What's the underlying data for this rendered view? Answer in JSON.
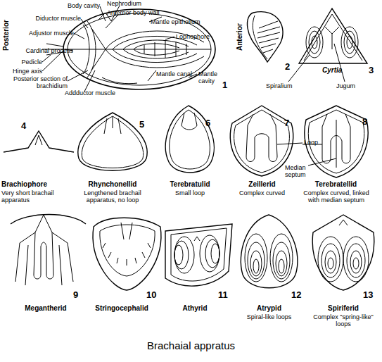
{
  "diagram": {
    "caption": "Brachaial appratus",
    "labels": [
      "Body cavity",
      "Nephrodium",
      "Diductor muscle",
      "Anterrior body wall",
      "Mantle epithelium",
      "Adjustor muscle",
      "Lophophore",
      "Posterior",
      "Cardinal process",
      "Pedicle",
      "Hinge axis",
      "Posterior section of brachidium",
      "Addductor muscle",
      "Mantle canal",
      "Mantle cavity",
      "1",
      "Anterior",
      "2",
      "Cyrtia",
      "3",
      "Spiralium",
      "Jugum",
      "4",
      "Brachiophore",
      "Very short brachail apparatus",
      "5",
      "Rhynchonellid",
      "Lengthened brachail apparatus, no loop",
      "6",
      "Terebratulid",
      "Small loop",
      "7",
      "Zeillerid",
      "Complex curved",
      "Loop",
      "8",
      "Median septum",
      "Terebratellid",
      "Complex curved, linked with median septum",
      "9",
      "Megantherid",
      "10",
      "Stringocephalid",
      "11",
      "Athyrid",
      "12",
      "Atrypid",
      "Spiral-like loops",
      "13",
      "Spiriferid",
      "Complex \"spring-like\" loops"
    ]
  }
}
